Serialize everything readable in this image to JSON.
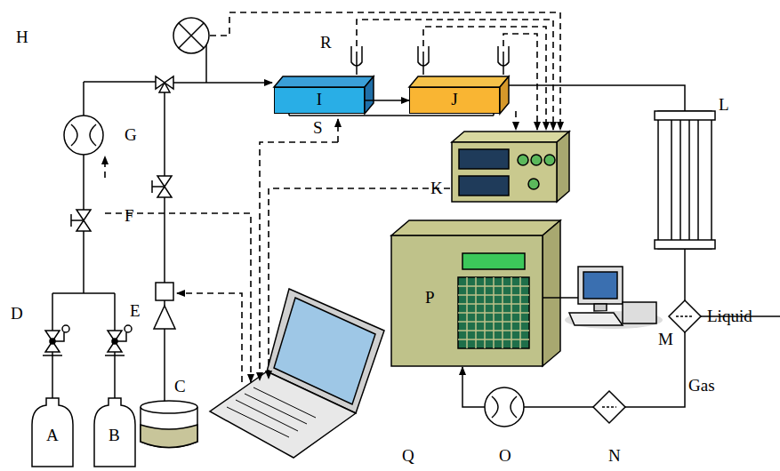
{
  "diagram": {
    "nodes": [
      {
        "text": [
          "I"
        ]
      },
      {
        "text": [
          "J"
        ]
      }
    ],
    "edges": [
      {
        "from": 0,
        "to": 1,
        "arrow": "to"
      }
    ],
    "labels": [
      "A",
      "B",
      "C",
      "D",
      "E",
      "F",
      "G",
      "H",
      "K",
      "L",
      "M",
      "N",
      "O",
      "P",
      "Q",
      "R",
      "S",
      "Liquid",
      "Gas"
    ]
  }
}
